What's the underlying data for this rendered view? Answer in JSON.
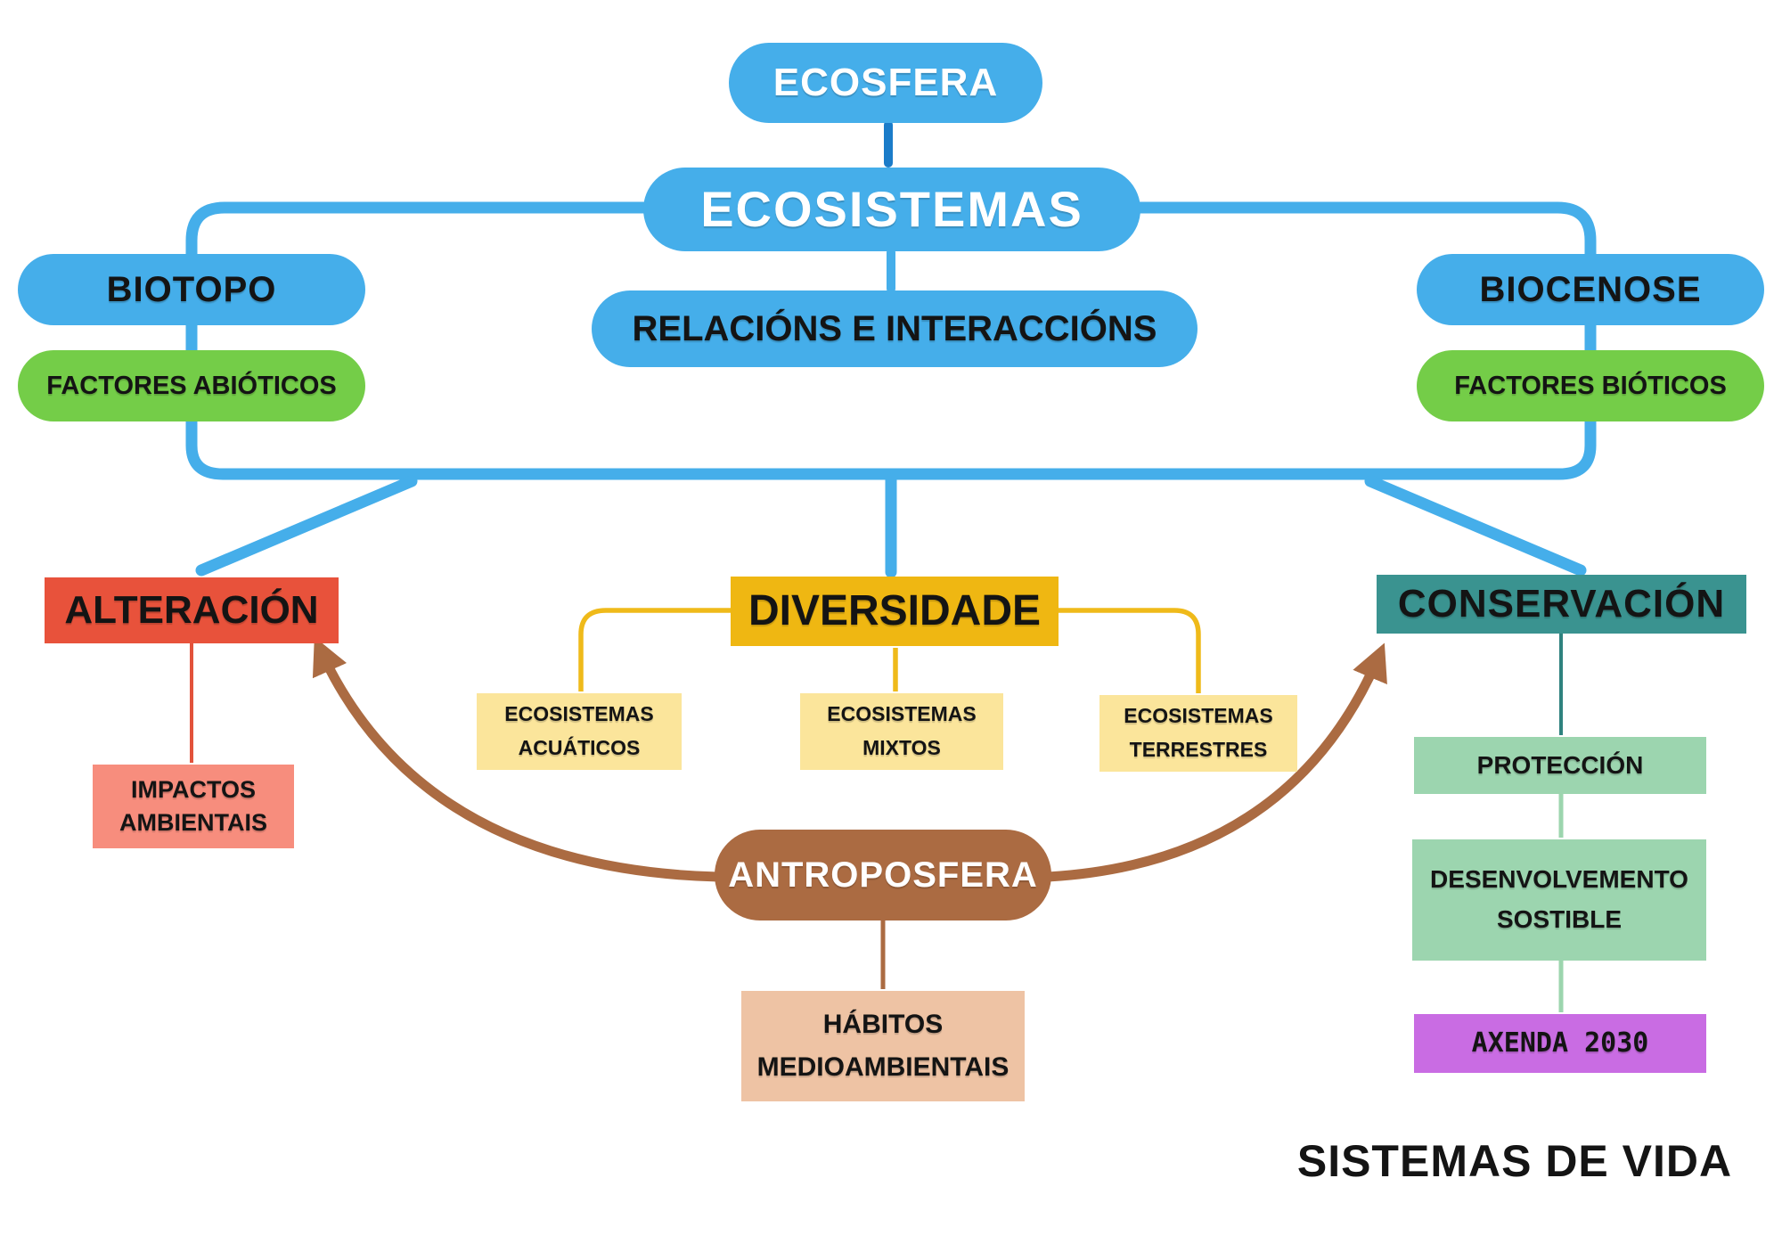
{
  "title": "SISTEMAS DE VIDA",
  "colors": {
    "node_blue": "#45AEEA",
    "dash_dark_blue": "#1B7CC9",
    "node_green": "#74CD48",
    "node_red": "#E8523B",
    "node_salmon": "#F78D7D",
    "red_line": "#E2523B",
    "node_gold": "#EFB712",
    "gold_line": "#EFBA1A",
    "node_light_yellow": "#FBE59B",
    "node_teal": "#3A9390",
    "teal_line": "#2F827F",
    "node_light_green": "#9CD5AF",
    "node_purple": "#C96CE3",
    "node_brown": "#AB6B42",
    "node_tan": "#EEC3A4",
    "text_dark": "#141414",
    "text_white": "#FFFFFF"
  },
  "nodes": {
    "ecosfera": {
      "label": "ECOSFERA"
    },
    "ecosistemas": {
      "label": "ECOSISTEMAS"
    },
    "biotopo": {
      "label": "BIOTOPO"
    },
    "factores_abioticos": {
      "label": "FACTORES ABIÓTICOS"
    },
    "relacions": {
      "label": "RELACIÓNS E INTERACCIÓNS"
    },
    "biocenose": {
      "label": "BIOCENOSE"
    },
    "factores_bioticos": {
      "label": "FACTORES BIÓTICOS"
    },
    "alteracion": {
      "label": "ALTERACIÓN"
    },
    "impactos": {
      "line1": "IMPACTOS",
      "line2": "AMBIENTAIS"
    },
    "diversidade": {
      "label": "DIVERSIDADE"
    },
    "eco_acuaticos": {
      "line1": "ECOSISTEMAS",
      "line2": "ACUÁTICOS"
    },
    "eco_mixtos": {
      "line1": "ECOSISTEMAS",
      "line2": "MIXTOS"
    },
    "eco_terrestres": {
      "line1": "ECOSISTEMAS",
      "line2": "TERRESTRES"
    },
    "conservacion": {
      "label": "CONSERVACIÓN"
    },
    "proteccion": {
      "label": "PROTECCIÓN"
    },
    "desenvolvemento": {
      "line1": "DESENVOLVEMENTO",
      "line2": "SOSTIBLE"
    },
    "axenda": {
      "label": "AXENDA 2030"
    },
    "antroposfera": {
      "label": "ANTROPOSFERA"
    },
    "habitos": {
      "line1": "HÁBITOS",
      "line2": "MEDIOAMBIENTAIS"
    },
    "sistemas_de_vida": {
      "label": "SISTEMAS DE VIDA"
    }
  }
}
